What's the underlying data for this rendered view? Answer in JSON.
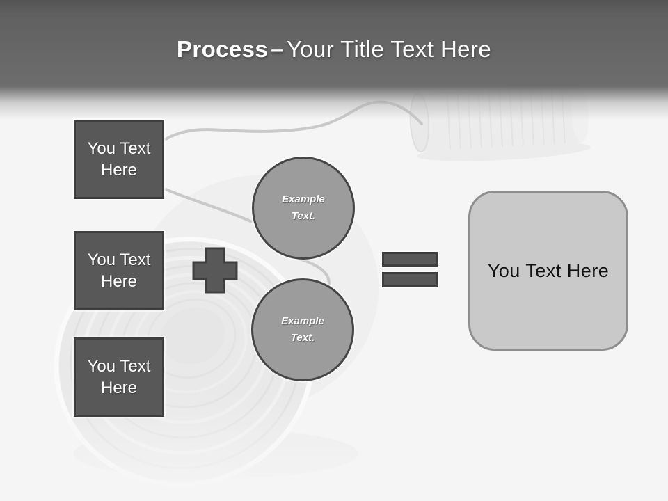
{
  "slide": {
    "header": {
      "title_emphasis": "Process",
      "title_separator": "–",
      "title_rest": "Your Title Text Here"
    },
    "input_boxes": [
      {
        "line1": "You Text",
        "line2": "Here"
      },
      {
        "line1": "You Text",
        "line2": "Here"
      },
      {
        "line1": "You Text",
        "line2": "Here"
      }
    ],
    "example_circles": [
      {
        "line1": "Example",
        "line2": "Text."
      },
      {
        "line1": "Example",
        "line2": "Text."
      }
    ],
    "result_box": {
      "label": "You Text Here"
    },
    "background": {
      "description": "faded photo of tin-can telephone cans connected by string"
    },
    "colors": {
      "background": "#f5f5f5",
      "header_top": "#545454",
      "header_mid": "#6a6a6a",
      "title_text": "#ffffff",
      "box_fill": "#585858",
      "box_border": "#3e3e3e",
      "circle_fill": "#9c9c9c",
      "circle_border": "#454545",
      "operator_fill": "#585858",
      "operator_border": "#3e3e3e",
      "result_fill": "#c9c9c9",
      "result_border": "#8e8e8e",
      "result_text": "#111111",
      "string": "#c9c9c9"
    }
  }
}
